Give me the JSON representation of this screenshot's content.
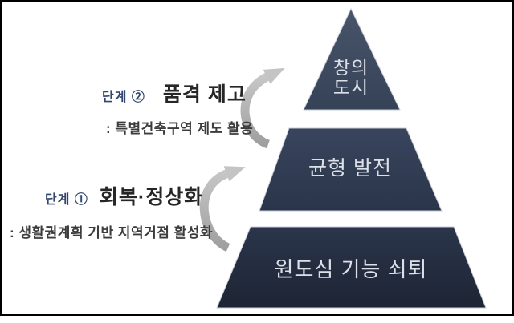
{
  "diagram": {
    "stages": [
      {
        "step": "단계 ②",
        "title": "품격 제고",
        "subtitle": ": 특별건축구역 제도 활용"
      },
      {
        "step": "단계 ①",
        "title": "회복·정상화",
        "subtitle": ": 생활권계획 기반 지역거점 활성화"
      }
    ],
    "pyramid": {
      "top": {
        "line1": "창의",
        "line2": "도시"
      },
      "middle": {
        "label": "균형 발전"
      },
      "bottom": {
        "label": "원도심 기능 쇠퇴"
      }
    },
    "colors": {
      "tier_top": "#3d4a62",
      "tier_middle": "#2e3a51",
      "tier_bottom": "#232c40",
      "tier_text": "#dce0e8",
      "step_label": "#30466e",
      "title_text": "#262626",
      "subtitle_text": "#3c3c3c",
      "arrow_gray": "#b5b5b5",
      "frame_border": "#000000",
      "background": "#ffffff"
    }
  }
}
